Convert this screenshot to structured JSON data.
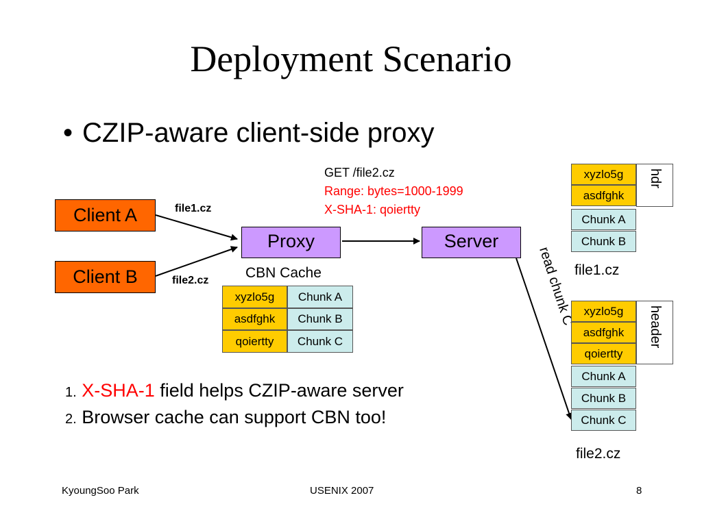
{
  "slide": {
    "title": "Deployment Scenario",
    "bullet": "CZIP-aware client-side proxy",
    "bullet_marker": "•"
  },
  "diagram": {
    "client_a": "Client A",
    "client_b": "Client B",
    "proxy": "Proxy",
    "server": "Server",
    "file1_label": "file1.cz",
    "file2_label": "file2.cz",
    "request": {
      "line1": "GET /file2.cz",
      "line2": "Range: bytes=1000-1999",
      "line3": "X-SHA-1: qoiertty"
    },
    "read_label": "read chunk C",
    "cache": {
      "caption": "CBN Cache",
      "rows": [
        {
          "hash": "xyzlo5g",
          "chunk": "Chunk A"
        },
        {
          "hash": "asdfghk",
          "chunk": "Chunk B"
        },
        {
          "hash": "qoiertty",
          "chunk": "Chunk C"
        }
      ]
    },
    "file1": {
      "caption": "file1.cz",
      "side_label": "hdr",
      "hashes": [
        "xyzlo5g",
        "asdfghk"
      ],
      "chunks": [
        "Chunk A",
        "Chunk B"
      ]
    },
    "file2": {
      "caption": "file2.cz",
      "side_label": "header",
      "hashes": [
        "xyzlo5g",
        "asdfghk",
        "qoiertty"
      ],
      "chunks": [
        "Chunk A",
        "Chunk B",
        "Chunk C"
      ]
    }
  },
  "points": [
    {
      "num": "1.",
      "highlight": "X-SHA-1",
      "text": " field helps CZIP-aware server"
    },
    {
      "num": "2.",
      "text": "Browser cache can support CBN too!"
    }
  ],
  "footer": {
    "author": "KyoungSoo Park",
    "venue": "USENIX 2007",
    "page": "8"
  },
  "colors": {
    "client": "#ff6600",
    "proxy_server": "#cc99ff",
    "hash_cell": "#ffcc00",
    "chunk_cell": "#ccecec",
    "highlight": "#ff0000"
  }
}
